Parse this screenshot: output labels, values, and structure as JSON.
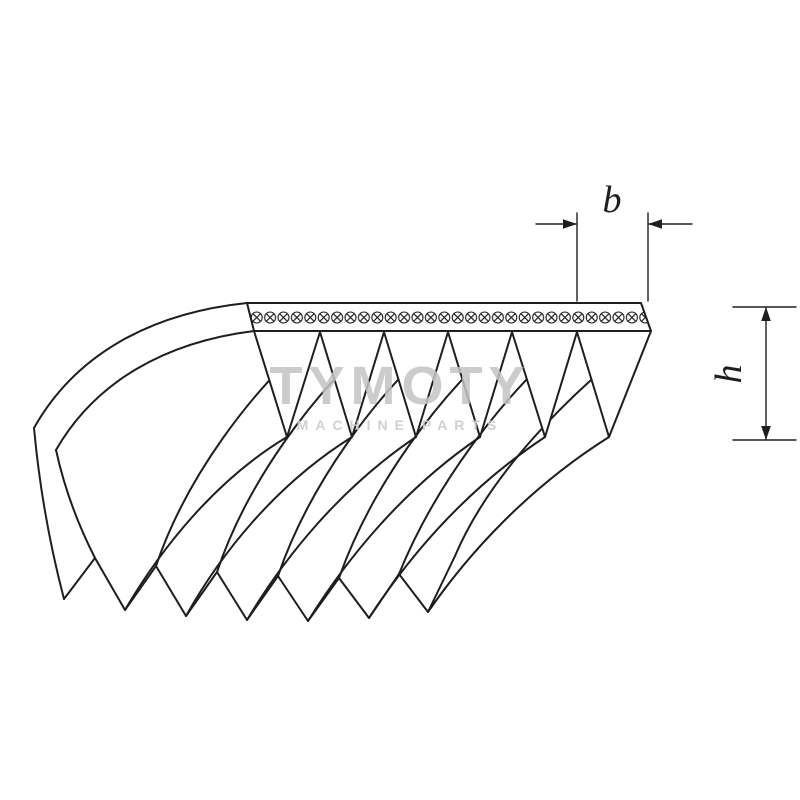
{
  "diagram": {
    "kind": "ribbed-v-belt-technical-drawing",
    "rib_count_cross_section": 6,
    "groove_count_cross_section": 5,
    "dimensions": {
      "b": {
        "label": "b"
      },
      "h": {
        "label": "h"
      }
    },
    "watermark": {
      "brand": "TYMOTY",
      "tagline": "MACHINE PARTS"
    },
    "colors": {
      "line": "#1e1e1e",
      "background": "#ffffff",
      "watermark_primary": "#c4c4c4",
      "watermark_secondary": "#cccccc"
    }
  }
}
